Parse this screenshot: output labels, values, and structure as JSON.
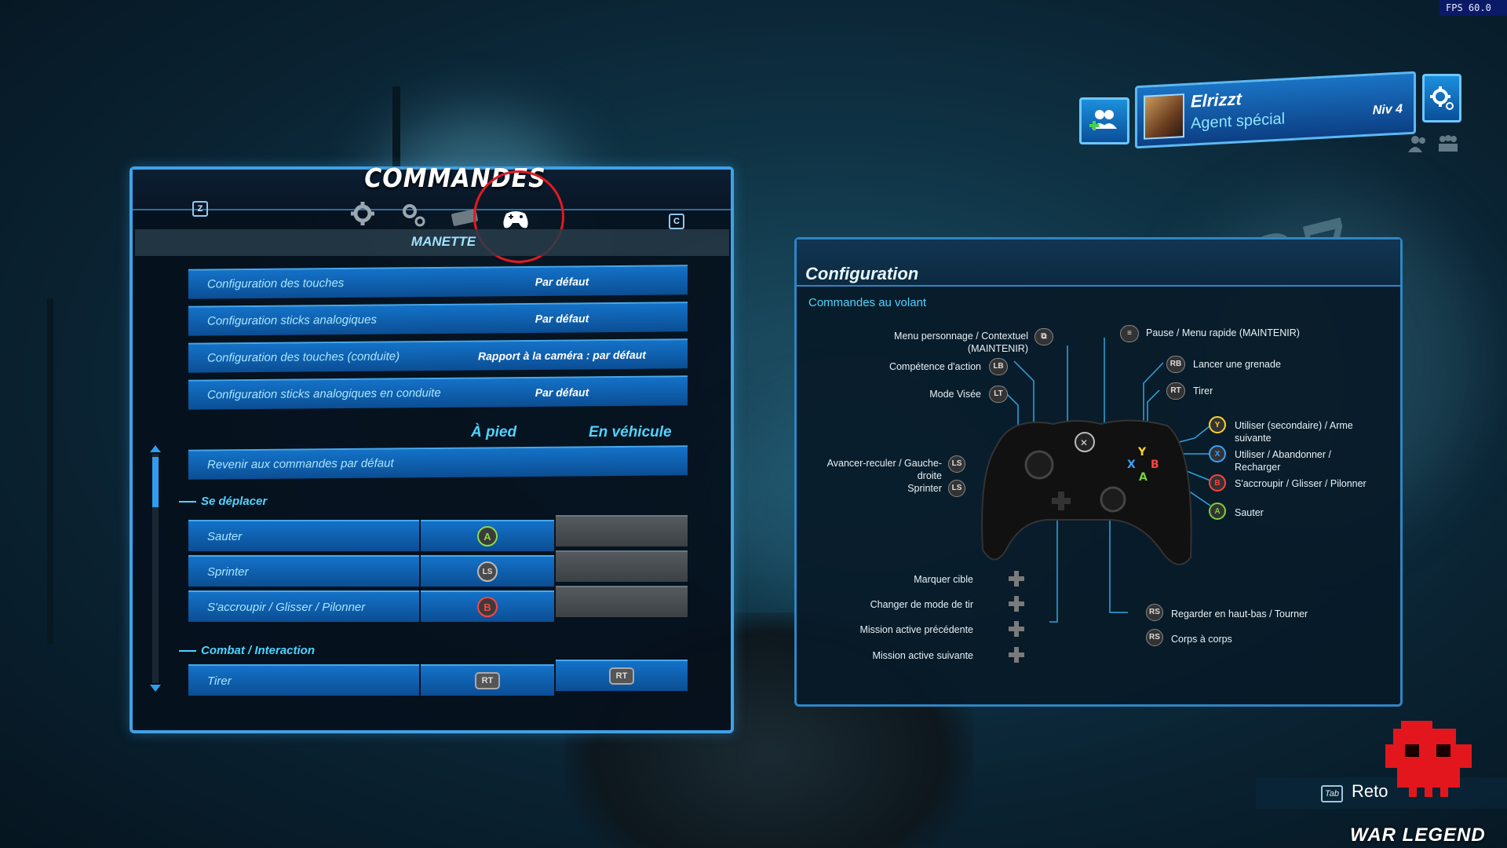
{
  "fps": "FPS  60.0",
  "profile": {
    "name": "Elrizzt",
    "rank": "Agent spécial",
    "level": "Niv 4"
  },
  "commands": {
    "title": "COMMANDES",
    "key_left": "Z",
    "key_right": "C",
    "tabs": [
      "settings-gear-icon",
      "gears-icon",
      "keyboard-icon",
      "gamepad-icon"
    ],
    "active_tab": "gamepad-icon",
    "subtab": "MANETTE",
    "config_rows": [
      {
        "label": "Configuration des touches",
        "value": "Par défaut"
      },
      {
        "label": "Configuration sticks analogiques",
        "value": "Par défaut"
      },
      {
        "label": "Configuration des touches (conduite)",
        "value": "Rapport à la caméra : par défaut"
      },
      {
        "label": "Configuration sticks analogiques en conduite",
        "value": "Par défaut"
      }
    ],
    "col_foot": "À pied",
    "col_vehicle": "En véhicule",
    "reset_label": "Revenir aux commandes par défaut",
    "section_move": "Se déplacer",
    "section_combat": "Combat / Interaction",
    "bindings": [
      {
        "name": "Sauter",
        "foot": "A",
        "vehicle": ""
      },
      {
        "name": "Sprinter",
        "foot": "LS",
        "vehicle": ""
      },
      {
        "name": "S'accroupir / Glisser / Pilonner",
        "foot": "B",
        "vehicle": ""
      },
      {
        "name": "Tirer",
        "foot": "RT",
        "vehicle": "RT"
      }
    ]
  },
  "configuration": {
    "title": "Configuration",
    "subtitle": "Commandes au volant",
    "left_labels": {
      "menu_perso": "Menu personnage / Contextuel (MAINTENIR)",
      "competence": "Compétence d'action",
      "mode_visee": "Mode Visée",
      "avancer": "Avancer-reculer / Gauche-droite",
      "sprinter": "Sprinter",
      "marquer": "Marquer cible",
      "changer": "Changer de mode de tir",
      "mission_prec": "Mission active précédente",
      "mission_suiv": "Mission active suivante"
    },
    "right_labels": {
      "pause": "Pause / Menu rapide (MAINTENIR)",
      "grenade": "Lancer une grenade",
      "tirer": "Tirer",
      "utiliser_y": "Utiliser (secondaire) / Arme suivante",
      "utiliser_x": "Utiliser / Abandonner / Recharger",
      "accroupir": "S'accroupir / Glisser / Pilonner",
      "sauter": "Sauter",
      "regarder": "Regarder en haut-bas / Tourner",
      "corps": "Corps à corps"
    },
    "icons": {
      "lb": "LB",
      "lt": "LT",
      "ls": "LS",
      "rb": "RB",
      "rt": "RT",
      "y": "Y",
      "x": "X",
      "b": "B",
      "a": "A",
      "rs": "RS"
    }
  },
  "footer": {
    "tab_key": "Tab",
    "back_label": "Reto",
    "watermark": "WAR LEGEND"
  }
}
